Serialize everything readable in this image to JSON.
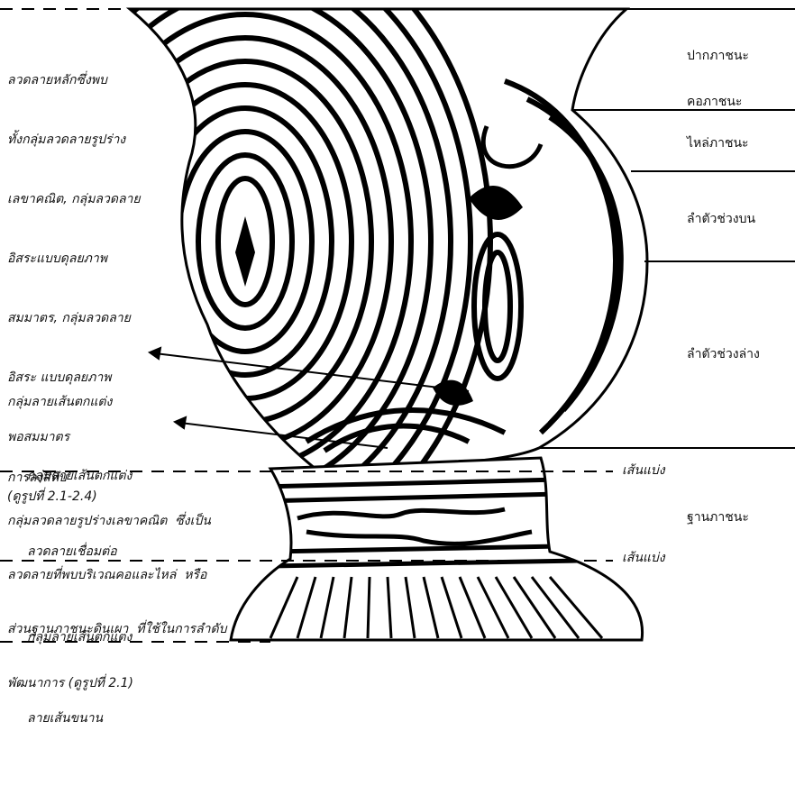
{
  "left_notes": {
    "main_pattern": [
      "ลวดลายหลักซึ่งพบ",
      "ทั้งกลุ่มลวดลายรูปร่าง",
      "เลขาคณิต, กลุ่มลวดลาย",
      "อิสระแบบดุลยภาพ",
      "สมมาตร, กลุ่มลวดลาย",
      "อิสระ แบบดุลยภาพ",
      "พอสมมาตร",
      "(ดูรูปที่ 2.1-2.4)"
    ],
    "solid_fill_group": [
      "กลุ่มลายเส้นตกแต่ง",
      "การลงสีทึบ"
    ],
    "connected_group": [
      "กลุ่มลายเส้นตกแต่ง",
      "ลวดลายเชื่อมต่อ"
    ],
    "geometric_group": [
      "กลุ่มลวดลายรูปร่างเลขาคณิต  ซึ่งเป็น",
      "ลวดลายที่พบบริเวณคอและไหล่  หรือ",
      "ส่วนฐานภาชนะดินเผา  ที่ใช้ในการลำดับ",
      "พัฒนาการ (ดูรูปที่ 2.1)"
    ],
    "parallel_group": [
      "กลุ่มลายเส้นตกแต่ง",
      "ลายเส้นขนาน"
    ]
  },
  "right_labels": {
    "mouth": "ปากภาชนะ",
    "neck": "คอภาชนะ",
    "shoulder": "ไหล่ภาชนะ",
    "upper_body": "ลำตัวช่วงบน",
    "lower_body": "ลำตัวช่วงล่าง",
    "divider_1": "เส้นแบ่ง",
    "base": "ฐานภาชนะ",
    "divider_2": "เส้นแบ่ง"
  }
}
